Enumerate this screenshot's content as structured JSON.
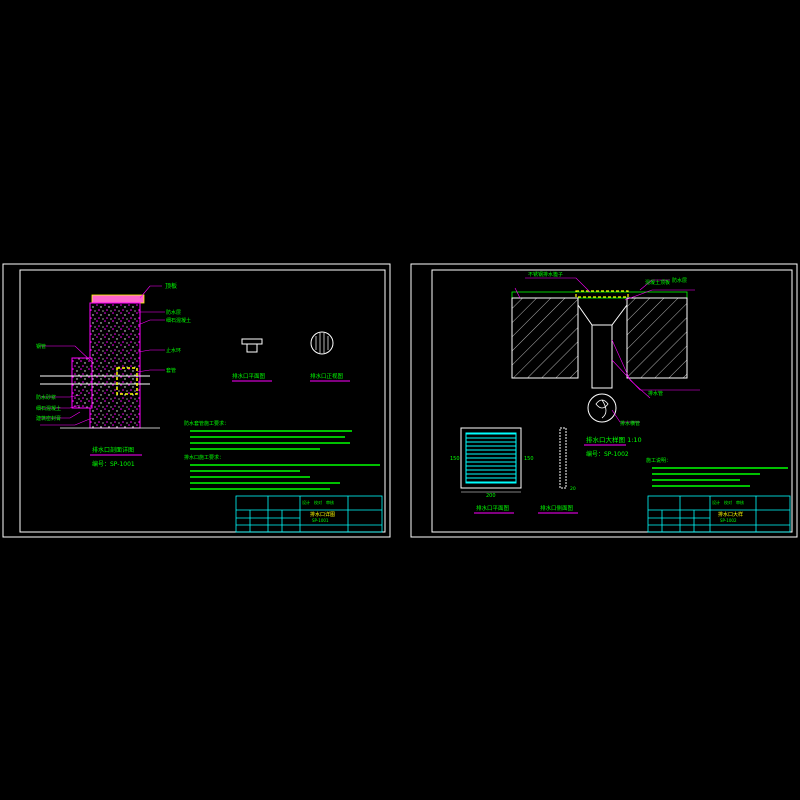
{
  "colors": {
    "background": "#000000",
    "frame": "#ffffff",
    "title_block": "#00ffff",
    "text": "#00ff00",
    "leader": "#ff00ff",
    "detail": "#ffff00",
    "hatch": "#ffffff"
  },
  "sheet_left": {
    "callout_top": "顶板",
    "callouts_right": [
      "防水层",
      "细石混凝土",
      "止水环",
      "套管"
    ],
    "callouts_left": [
      "钢管",
      "防水砂浆",
      "细石混凝土",
      "建筑密封膏"
    ],
    "main_caption": "排水口剖面详图",
    "main_code": "编号：SP-1001",
    "sub_caption_1": "排水口平面图",
    "sub_caption_2": "排水口正视图",
    "notes_heading_1": "防水套管施工要求：",
    "notes_heading_2": "排水口施工要求：",
    "title_block_row": [
      "设计",
      "校对",
      "审核"
    ],
    "title_block_name": "排水口详图",
    "title_block_no": "SP-1001"
  },
  "sheet_right": {
    "callout_top": "不锈钢排水篦子",
    "callouts_right": [
      "混凝土顶板",
      "防水层",
      "排水管"
    ],
    "callout_pipe": "排水横管",
    "main_caption": "排水口大样图 1:10",
    "main_code": "编号：SP-1002",
    "sub_caption_1": "排水口平面图",
    "sub_caption_2": "排水口侧面图",
    "dim_width": "200",
    "dim_height": "150",
    "dim_depth": "20",
    "notes_heading": "施工说明：",
    "title_block_row": [
      "设计",
      "校对",
      "审核"
    ],
    "title_block_name": "排水口大样",
    "title_block_no": "SP-1002"
  }
}
